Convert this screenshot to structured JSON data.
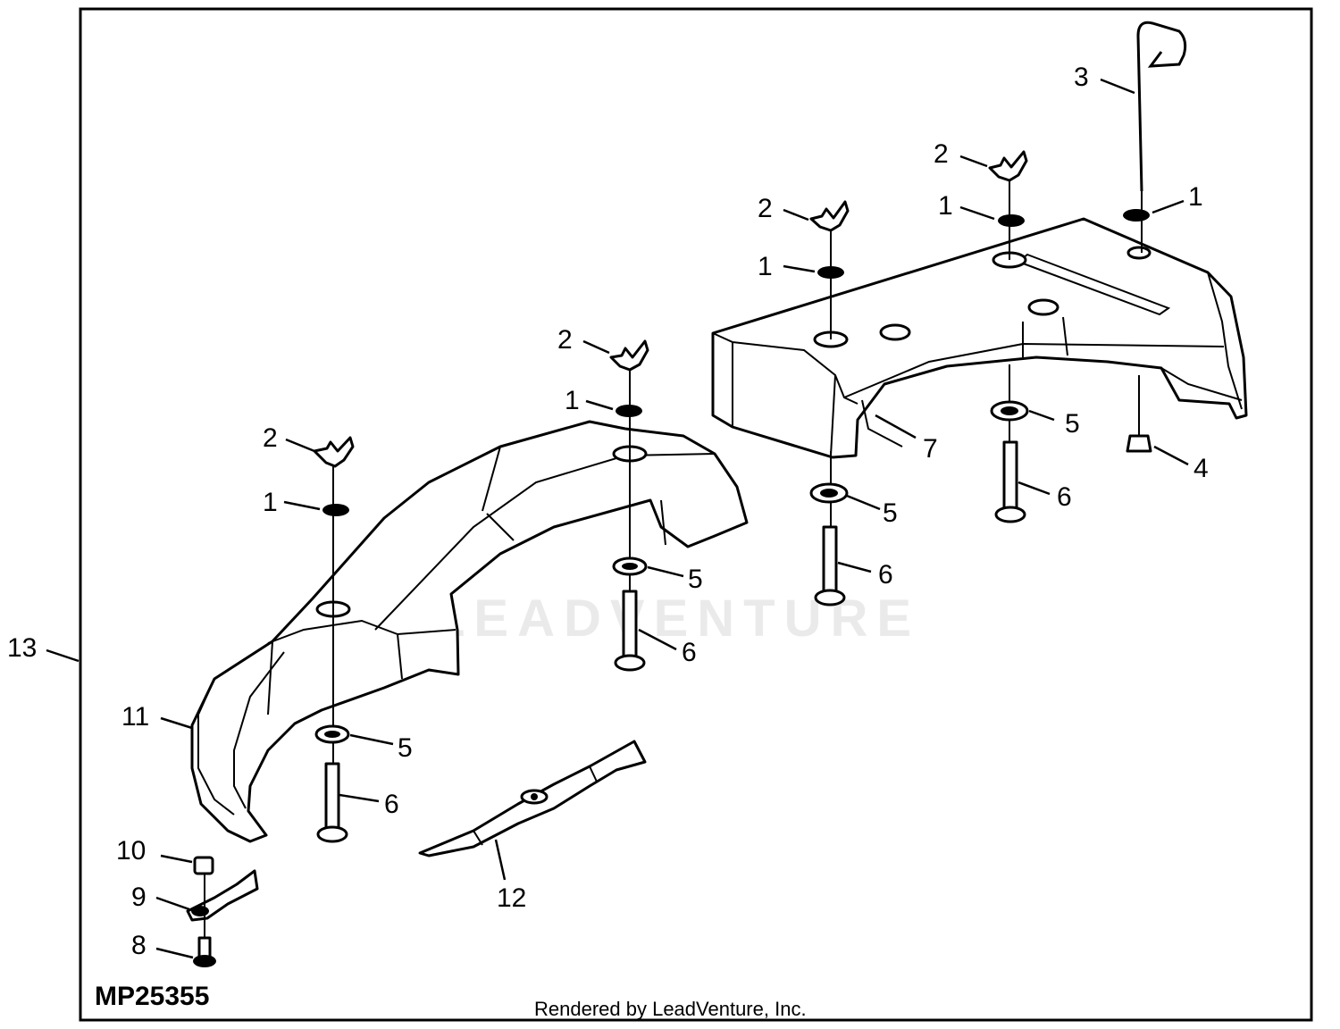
{
  "diagram_code": "MP25355",
  "credit": "Rendered by LeadVenture, Inc.",
  "watermark": "LEADVENTURE",
  "callouts": {
    "c1": "1",
    "c2": "2",
    "c3": "3",
    "c4": "4",
    "c5": "5",
    "c6": "6",
    "c7": "7",
    "c8": "8",
    "c9": "9",
    "c10": "10",
    "c11": "11",
    "c12": "12",
    "c13": "13"
  }
}
